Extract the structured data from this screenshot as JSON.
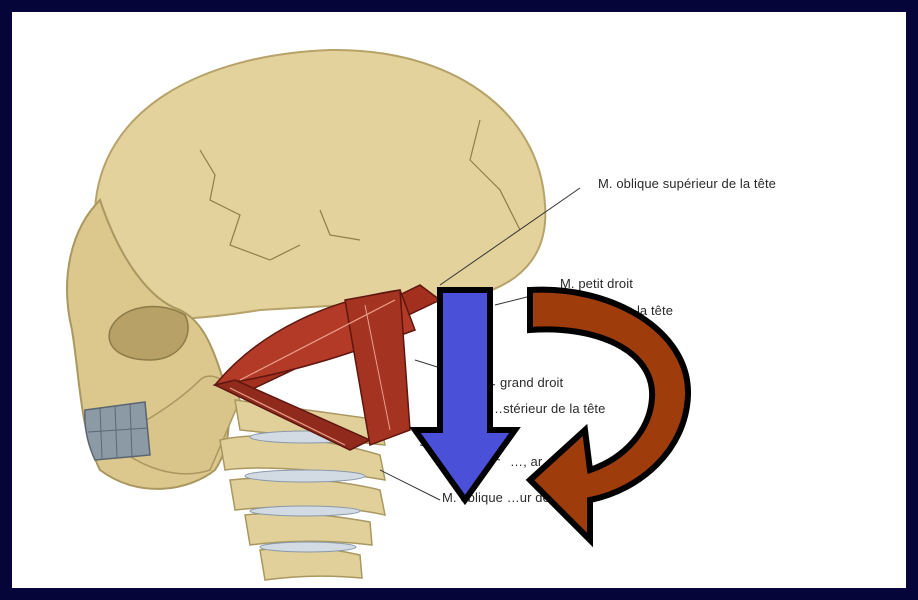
{
  "labels": {
    "oblique_superieur": "M. oblique supérieur de la tête",
    "petit_droit_line1": "M. petit droit",
    "petit_droit_line2": "…ur de la tête",
    "grand_droit_line1": "grand droit",
    "grand_droit_line2": "…stérieur de la tête",
    "partial_label": "…, ar…",
    "oblique_inferieur": "M. oblique …ur de la tête"
  },
  "arrows": {
    "straight_color": "#4a50d8",
    "curved_color": "#9e3c0c",
    "outline_color": "#000000"
  },
  "colors": {
    "frame": "#05053a",
    "panel": "#ffffff",
    "bone": "#e4d29c",
    "muscle": "#9a3022"
  }
}
